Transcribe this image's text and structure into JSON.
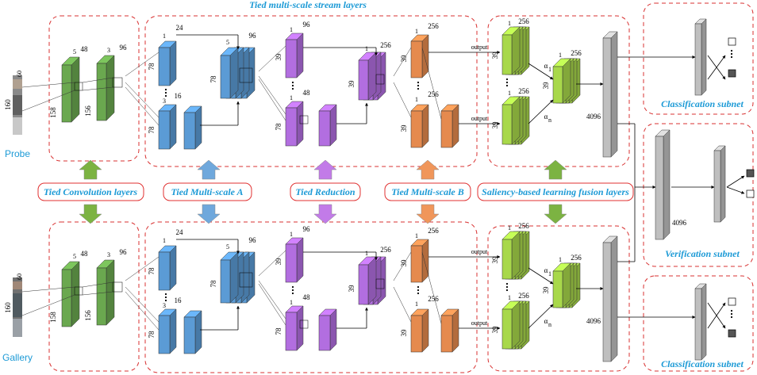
{
  "titles": {
    "tied_stream": "Tied multi-scale stream layers"
  },
  "labels": {
    "tied_conv": "Tied Convolution layers",
    "tied_msa": "Tied Multi-scale A",
    "tied_red": "Tied Reduction",
    "tied_msb": "Tied Multi-scale B",
    "saliency": "Saliency-based learning fusion layers"
  },
  "subnets": {
    "cls_top": "Classification subnet",
    "verif": "Verification subnet",
    "cls_bottom": "Classification subnet"
  },
  "inputs": {
    "probe": "Probe",
    "gallery": "Gallery",
    "height": "160",
    "width": "60"
  },
  "dims": {
    "d48": "48",
    "d96": "96",
    "d24": "24",
    "d16": "16",
    "d256": "256",
    "d4096": "4096",
    "s158": "158",
    "s156": "156",
    "s78": "78",
    "s39": "39",
    "s3": "3",
    "s5": "5",
    "s1": "1",
    "output": "output",
    "alpha": "α",
    "alpha_1": "1",
    "alpha_n": "n"
  },
  "colors": {
    "label": "#1c9ad6",
    "box": "#d83030",
    "green": "#6aa84f",
    "blue": "#5b9bd5",
    "purple": "#b26ee0",
    "orange": "#e58a4e",
    "lime": "#a8d84a",
    "gray": "#bfbfbf"
  }
}
